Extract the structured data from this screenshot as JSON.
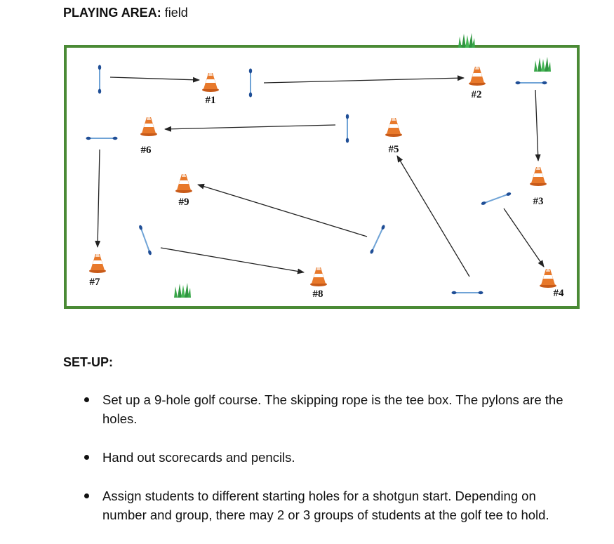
{
  "playing_area": {
    "label": "PLAYING AREA:",
    "value": "field"
  },
  "setup": {
    "label": "SET-UP:"
  },
  "diagram": {
    "border_color": "#4a8a35",
    "arrow_color": "#222222",
    "rope_color": "#6fa3d6",
    "cone_color": "#e8792b",
    "grass_color": "#3aa84a",
    "holes": [
      "#1",
      "#2",
      "#3",
      "#4",
      "#5",
      "#6",
      "#7",
      "#8",
      "#9"
    ],
    "icons": [
      "traffic-cone-icon",
      "skipping-rope-icon",
      "grass-icon",
      "arrow-icon"
    ]
  },
  "bullets": [
    "Set up a 9-hole golf course. The skipping rope is the tee box. The pylons are the holes.",
    "Hand out scorecards and pencils.",
    "Assign students to different starting holes for a shotgun start. Depending on number and group, there may 2 or 3 groups of students at the golf tee to hold."
  ]
}
